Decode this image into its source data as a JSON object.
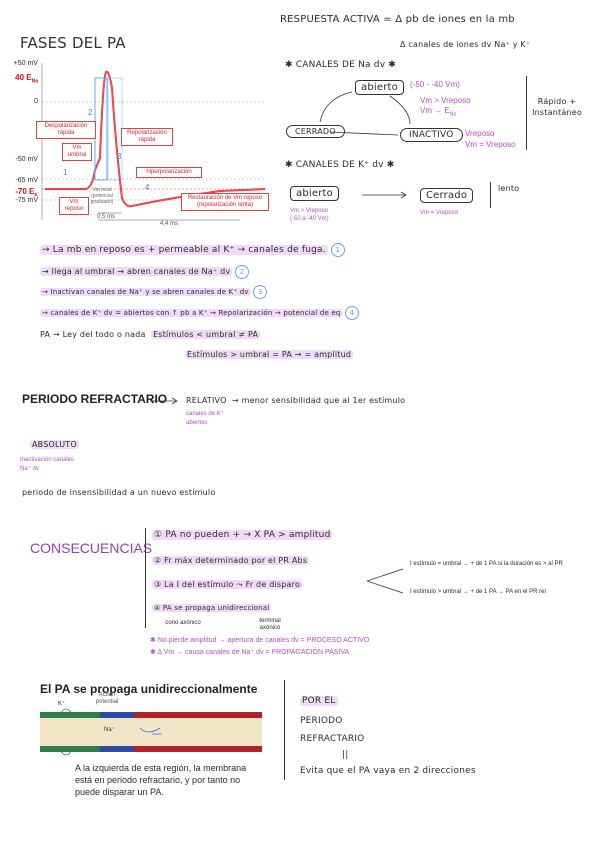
{
  "fases": {
    "title": "FASES DEL PA",
    "y_labels": [
      "+50 mV",
      "40 E",
      "0",
      "-50 mV",
      "-65 mV",
      "-70 E",
      "-75 mV"
    ],
    "e_na_sub": "Na",
    "e_k_sub": "K",
    "boxes": {
      "depol": "Despolarización rápida",
      "repol": "Repolarización rápida",
      "vm_umbral": "Vm umbral",
      "hiperpol": "hiperpolarización",
      "vm_reposo": "Vm reposo",
      "restauracion": "Restauración de Vm reposo (repolarización lenta)",
      "local": "Vm local (potencial graduado)"
    },
    "markers": [
      "1",
      "2",
      "3",
      "4"
    ],
    "time_a": "0,5 ms",
    "time_b": "4,4 ms"
  },
  "respuesta": {
    "line1": "RESPUESTA ACTIVA = Δ pb de iones en la mb",
    "line2": "Δ canales de iones dv Na⁺ y K⁺"
  },
  "na": {
    "title": "✱ CANALES DE Na dv ✱",
    "abierto": "abierto",
    "abierto_note": "(-50 - -40 Vm)",
    "abierto_note2": "Vm > Vreposo",
    "abierto_note3": "Vm → E",
    "cerrado": "CERRADO",
    "inactivo": "INACTIVO",
    "inactivo_note": "Vreposo",
    "inactivo_note2": "Vm = Vreposo",
    "side": "Rápido + Instantáneo"
  },
  "k": {
    "title": "✱ CANALES DE K⁺ dv ✱",
    "abierto": "abierto",
    "abierto_note": "Vm > Vreposo",
    "abierto_note2": "(-50 a -40 Vm)",
    "cerrado": "Cerrado",
    "cerrado_note": "Vm = Vreposo",
    "side": "lento"
  },
  "steps": [
    {
      "text": "→ La mb en reposo es + permeable al K⁺ → canales de fuga.",
      "num": "1"
    },
    {
      "text": "→ llega al umbral → abren canales de Na⁺ dv",
      "num": "2"
    },
    {
      "text": "→ Inactivan canales de Na⁺ y se abren canales de K⁺ dv",
      "num": "3"
    },
    {
      "text": "→ canales de K⁺ dv = abiertos con ↑ pb a K⁺ → Repolarización → potencial de eq",
      "num": "4"
    }
  ],
  "ley": {
    "line1": "PA → Ley del todo o nada",
    "line1b": "Estímulos < umbral ≠ PA",
    "line2": "Estímulos > umbral = PA → = amplitud"
  },
  "refractario": {
    "title": "PERIODO REFRACTARIO",
    "relativo": "RELATIVO",
    "relativo_desc": "→ menor sensibilidad que al 1er estímulo",
    "relativo_note": "canales de K⁺ abiertos",
    "absoluto": "ABSOLUTO",
    "absoluto_note": "Inactivación canales Na⁺ dv",
    "absoluto_desc": "periodo de insensibilidad a un nuevo estímulo"
  },
  "consecuencias": {
    "title": "CONSECUENCIAS",
    "items": [
      "① PA no pueden + → X PA > amplitud",
      "② Fr máx determinado por el PR Abs",
      "③ La I del estímulo ⤳ Fr de disparo",
      "④ PA se propaga unidireccional"
    ],
    "branch1": "I estímulo = umbral → + de 1 PA si la duración es > al PR",
    "branch2": "I estímulo > umbral → + de 1 PA → PA en el PR rel",
    "cono": "cono axónico",
    "terminal": "terminal axónico",
    "note1": "✱ No pierde amplitud → apertura de canales dv = PROCESO ACTIVO",
    "note2": "✱ Δ Vm → causa canales de Na⁺ dv = PROPAGACIÓN PASIVA"
  },
  "propaga": {
    "title": "El PA se propaga unidireccionalmente",
    "k_label": "K⁺",
    "na_label": "Na⁺",
    "ap_label": "Action potential",
    "caption": "A la izquierda de esta región, la membrana está en periodo refractario, y por tanto no puede disparar un PA.",
    "right_lines": [
      "POR EL",
      "PERIODO",
      "REFRACTARIO",
      "||",
      "Evita que el PA vaya en 2 direcciones"
    ]
  }
}
